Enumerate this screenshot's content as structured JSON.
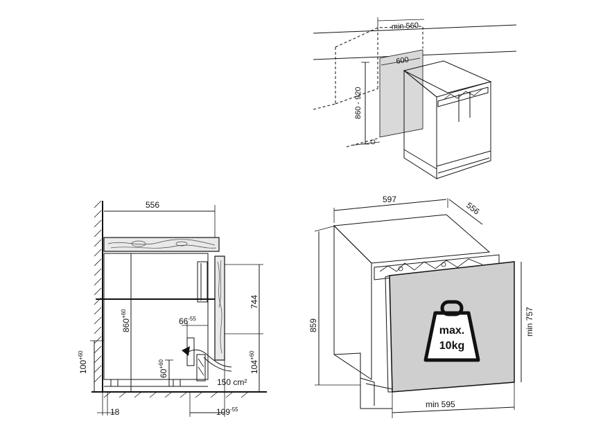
{
  "labels": {
    "min560": "min 560",
    "w600": "600",
    "h860_920": "860 - 920",
    "w556": "556",
    "h860_base": "860",
    "h860_sup": "+60",
    "h744": "744",
    "d66_base": "66",
    "d66_sup": "-55",
    "h100_base": "100",
    "h100_sup": "+60",
    "h60_base": "60",
    "h60_sup": "+60",
    "h104_base": "104",
    "h104_sup": "+60",
    "vent": "150 cm²",
    "d18": "18",
    "d109_base": "109",
    "d109_sup": "-55",
    "w597": "597",
    "d556": "556",
    "h859": "859",
    "hmin757": "min 757",
    "wmin595": "min 595",
    "weight_line1": "max.",
    "weight_line2": "10kg"
  },
  "icons": [
    "weight-icon",
    "ventilation-arrow-icon",
    "fridge-icon"
  ]
}
